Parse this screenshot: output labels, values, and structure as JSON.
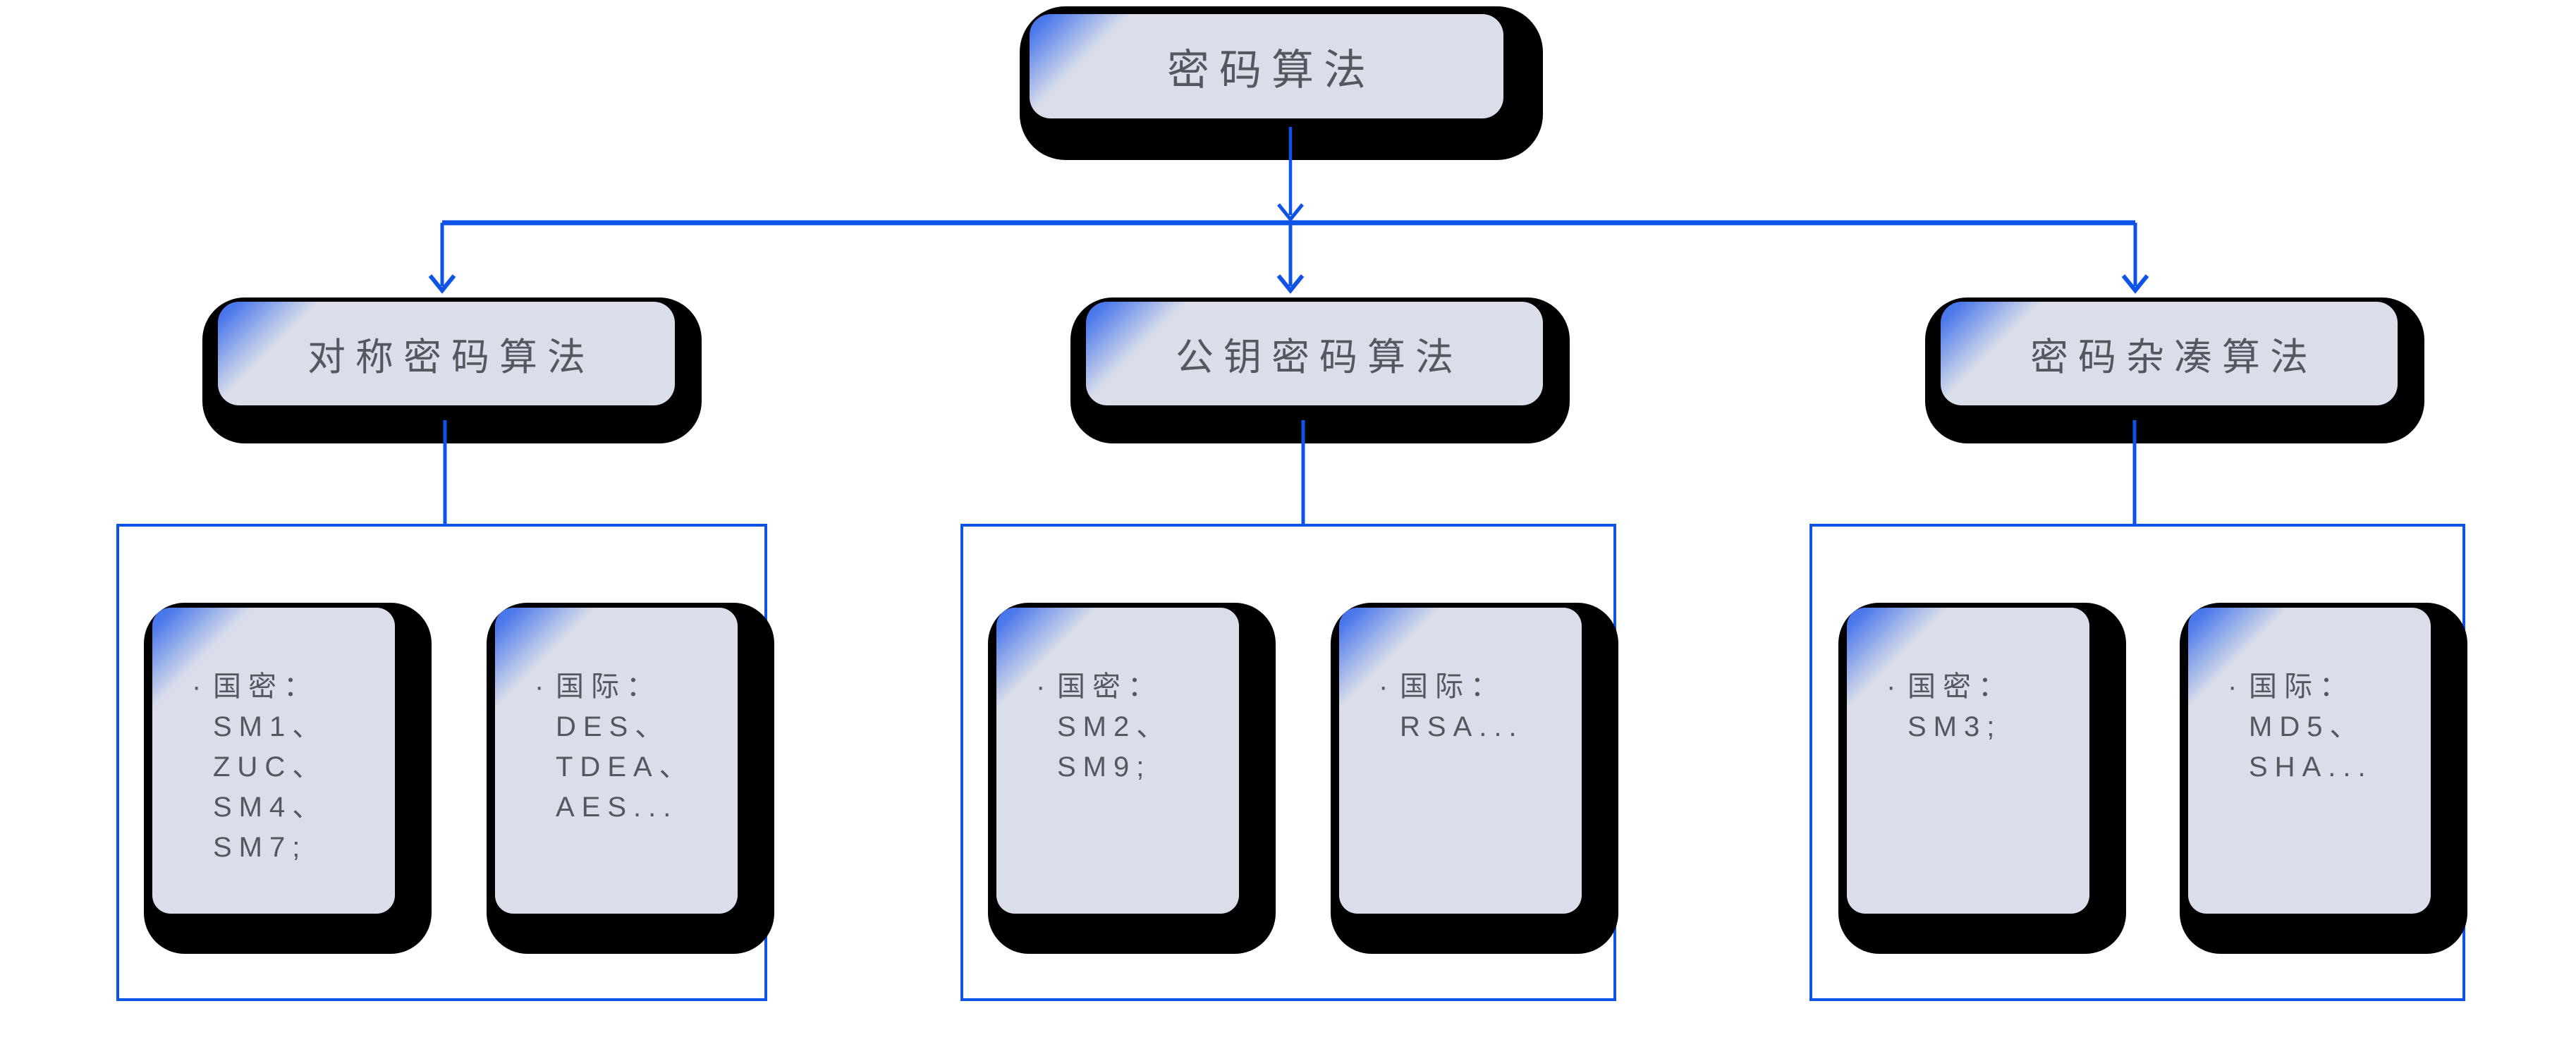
{
  "colors": {
    "background": "#ffffff",
    "connector_blue": "#0d53e8",
    "card_fill": "#dadeea",
    "corner_accent": "#3f70e9",
    "shadow": "#000000",
    "text_gray": "#55575e"
  },
  "root": {
    "label": "密码算法"
  },
  "branches": [
    {
      "label": "对称密码算法",
      "cards": [
        {
          "bullet": "·",
          "title": "国密：",
          "items": [
            "SM1、",
            "ZUC、",
            "SM4、",
            "SM7;"
          ]
        },
        {
          "bullet": "·",
          "title": "国际：",
          "items": [
            "DES、",
            "TDEA、",
            "AES..."
          ]
        }
      ]
    },
    {
      "label": "公钥密码算法",
      "cards": [
        {
          "bullet": "·",
          "title": "国密：",
          "items": [
            "SM2、",
            "SM9;"
          ]
        },
        {
          "bullet": "·",
          "title": "国际：",
          "items": [
            "RSA..."
          ]
        }
      ]
    },
    {
      "label": "密码杂凑算法",
      "cards": [
        {
          "bullet": "·",
          "title": "国密：",
          "items": [
            "SM3;"
          ]
        },
        {
          "bullet": "·",
          "title": "国际：",
          "items": [
            "MD5、",
            "SHA..."
          ]
        }
      ]
    }
  ]
}
